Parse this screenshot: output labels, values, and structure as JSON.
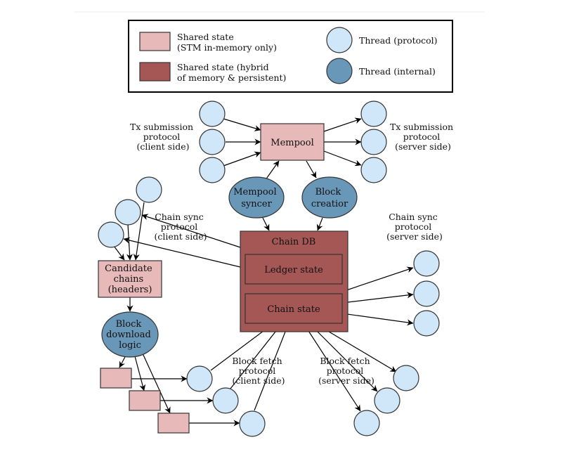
{
  "legend": {
    "shared_state_label": [
      "Shared state",
      "(STM in-memory only)"
    ],
    "hybrid_state_label": [
      "Shared state (hybrid",
      "of memory & persistent)"
    ],
    "thread_protocol_label": "Thread (protocol)",
    "thread_internal_label": "Thread (internal)"
  },
  "colors": {
    "shared_state": "#e8b9b9",
    "hybrid_state": "#a45755",
    "thread_protocol": "#cfe7f8",
    "thread_internal": "#6997b7",
    "outline": "#333333"
  },
  "nodes": {
    "mempool": "Mempool",
    "mempool_syncer": [
      "Mempool",
      "syncer"
    ],
    "block_creator": [
      "Block",
      "creatior"
    ],
    "chain_db": "Chain DB",
    "ledger_state": "Ledger state",
    "chain_state": "Chain state",
    "candidate_chains": [
      "Candidate",
      "chains",
      "(headers)"
    ],
    "block_download_logic": [
      "Block",
      "download",
      "logic"
    ]
  },
  "labels": {
    "tx_client": [
      "Tx submission",
      "protocol",
      "(client side)"
    ],
    "tx_server": [
      "Tx submission",
      "protocol",
      "(server side)"
    ],
    "chainsync_client": [
      "Chain sync",
      "protocol",
      "(client side)"
    ],
    "chainsync_server": [
      "Chain sync",
      "protocol",
      "(server side)"
    ],
    "blockfetch_client": [
      "Block fetch",
      "protocol",
      "(client side)"
    ],
    "blockfetch_server": [
      "Block fetch",
      "protocol",
      "(server side)"
    ]
  }
}
